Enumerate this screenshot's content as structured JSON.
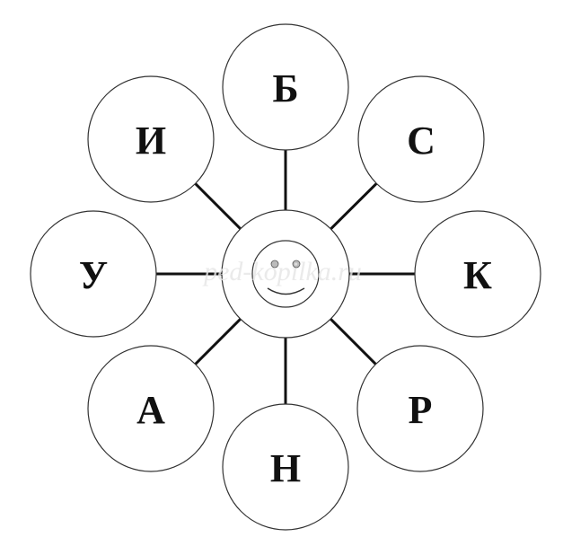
{
  "diagram": {
    "center": {
      "type": "smiley"
    },
    "petals": [
      {
        "letter": "Б",
        "position": "top"
      },
      {
        "letter": "С",
        "position": "top-right"
      },
      {
        "letter": "К",
        "position": "right"
      },
      {
        "letter": "Р",
        "position": "bottom-right"
      },
      {
        "letter": "Н",
        "position": "bottom"
      },
      {
        "letter": "А",
        "position": "bottom-left"
      },
      {
        "letter": "У",
        "position": "left"
      },
      {
        "letter": "И",
        "position": "top-left"
      }
    ],
    "watermark": "ped-kopilka.ru"
  },
  "colors": {
    "stroke": "#333333",
    "eyes": "#bbbbbb"
  }
}
